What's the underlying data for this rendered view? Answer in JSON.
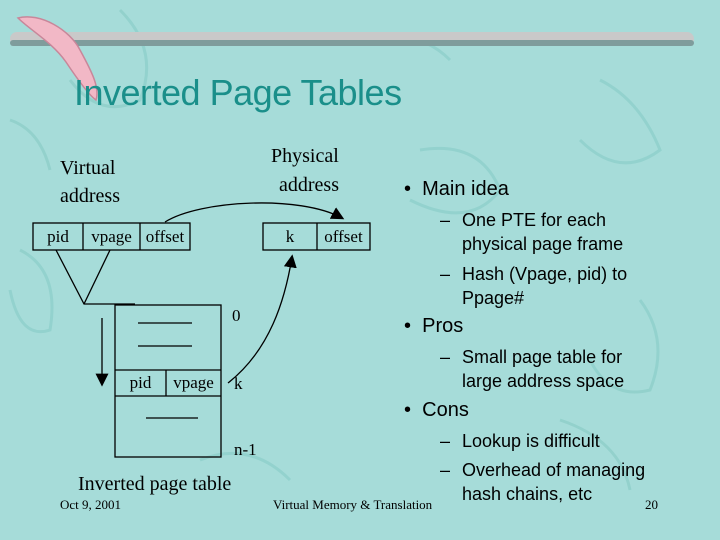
{
  "slide": {
    "title": "Inverted Page Tables",
    "virtual_label": [
      "Virtual",
      "address"
    ],
    "physical_label": [
      "Physical",
      "address"
    ],
    "virtual_cells": [
      "pid",
      "vpage",
      "offset"
    ],
    "physical_cells": [
      "k",
      "offset"
    ],
    "table_row": [
      "pid",
      "vpage"
    ],
    "row_labels": {
      "top": "0",
      "k": "k",
      "bottom": "n-1"
    },
    "table_caption": "Inverted page table",
    "bullets": [
      {
        "marker": "•",
        "text": "Main idea",
        "sub": [
          {
            "marker": "–",
            "lines": [
              "One PTE for each",
              "physical page frame"
            ]
          },
          {
            "marker": "–",
            "lines": [
              "Hash (Vpage, pid) to",
              "Ppage#"
            ]
          }
        ]
      },
      {
        "marker": "•",
        "text": "Pros",
        "sub": [
          {
            "marker": "–",
            "lines": [
              "Small page table for",
              "large address space"
            ]
          }
        ]
      },
      {
        "marker": "•",
        "text": "Cons",
        "sub": [
          {
            "marker": "–",
            "lines": [
              "Lookup is difficult"
            ]
          },
          {
            "marker": "–",
            "lines": [
              "Overhead of managing",
              "hash chains, etc"
            ]
          }
        ]
      }
    ],
    "footer": {
      "date": "Oct 9, 2001",
      "center": "Virtual Memory & Translation",
      "page": "20"
    },
    "colors": {
      "background": "#a6dcd9",
      "title": "#1a8f8a",
      "logo_pink": "#f2b8c6",
      "bar": "#7f9c9c"
    }
  }
}
